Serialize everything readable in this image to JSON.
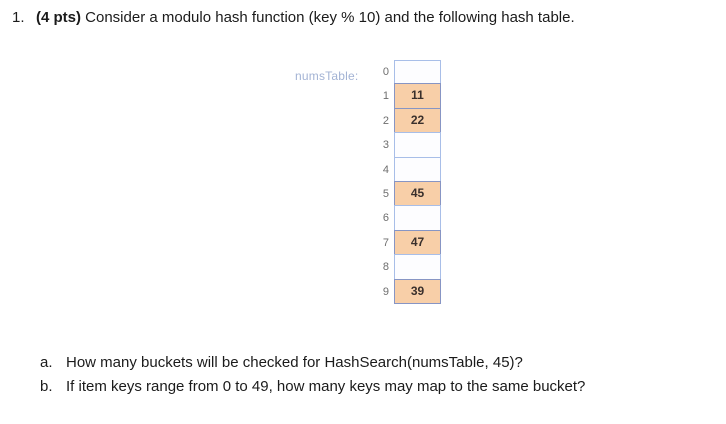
{
  "question": {
    "number": "1.",
    "points_label": "(4 pts)",
    "text_after_points": " Consider a modulo hash function (key % 10) and the following hash table."
  },
  "figure": {
    "label": "numsTable:",
    "label_color": "#a3b3d4",
    "filled_cell_color": "#f8cfa8",
    "empty_cell_border_color": "#a8bee8",
    "filled_cell_border_color": "#8795c4",
    "buckets": [
      {
        "index": "0",
        "value": "",
        "filled": false
      },
      {
        "index": "1",
        "value": "11",
        "filled": true
      },
      {
        "index": "2",
        "value": "22",
        "filled": true
      },
      {
        "index": "3",
        "value": "",
        "filled": false
      },
      {
        "index": "4",
        "value": "",
        "filled": false
      },
      {
        "index": "5",
        "value": "45",
        "filled": true
      },
      {
        "index": "6",
        "value": "",
        "filled": false
      },
      {
        "index": "7",
        "value": "47",
        "filled": true
      },
      {
        "index": "8",
        "value": "",
        "filled": false
      },
      {
        "index": "9",
        "value": "39",
        "filled": true
      }
    ]
  },
  "subquestions": [
    {
      "letter": "a.",
      "text": "How many buckets will be checked for HashSearch(numsTable, 45)?"
    },
    {
      "letter": "b.",
      "text": "If item keys range from 0 to 49, how many keys may map to the same bucket?"
    }
  ]
}
